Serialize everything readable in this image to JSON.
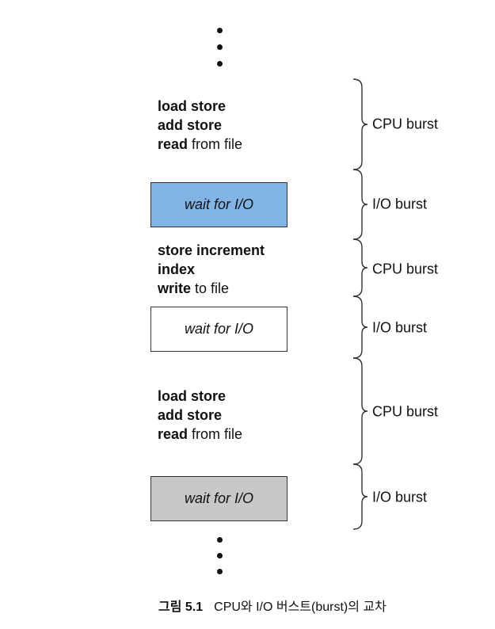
{
  "bursts": [
    {
      "type": "cpu",
      "label": "CPU burst",
      "lines": [
        [
          {
            "t": "load store",
            "b": true
          }
        ],
        [
          {
            "t": "add store",
            "b": true
          }
        ],
        [
          {
            "t": "read",
            "b": true
          },
          {
            "t": " from file",
            "b": false
          }
        ]
      ]
    },
    {
      "type": "io",
      "label": "I/O burst",
      "text": "wait for I/O",
      "fill": "#82b5e6"
    },
    {
      "type": "cpu",
      "label": "CPU burst",
      "lines": [
        [
          {
            "t": "store increment",
            "b": true
          }
        ],
        [
          {
            "t": "index",
            "b": true
          }
        ],
        [
          {
            "t": "write",
            "b": true
          },
          {
            "t": " to file",
            "b": false
          }
        ]
      ]
    },
    {
      "type": "io",
      "label": "I/O burst",
      "text": "wait for I/O",
      "fill": "#ffffff"
    },
    {
      "type": "cpu",
      "label": "CPU burst",
      "lines": [
        [
          {
            "t": "load store",
            "b": true
          }
        ],
        [
          {
            "t": "add store",
            "b": true
          }
        ],
        [
          {
            "t": "read",
            "b": true
          },
          {
            "t": " from file",
            "b": false
          }
        ]
      ]
    },
    {
      "type": "io",
      "label": "I/O burst",
      "text": "wait for I/O",
      "fill": "#c9c8c8"
    }
  ],
  "caption": {
    "figure": "그림 5.1",
    "text": "CPU와 I/O 버스트(burst)의 교차"
  }
}
